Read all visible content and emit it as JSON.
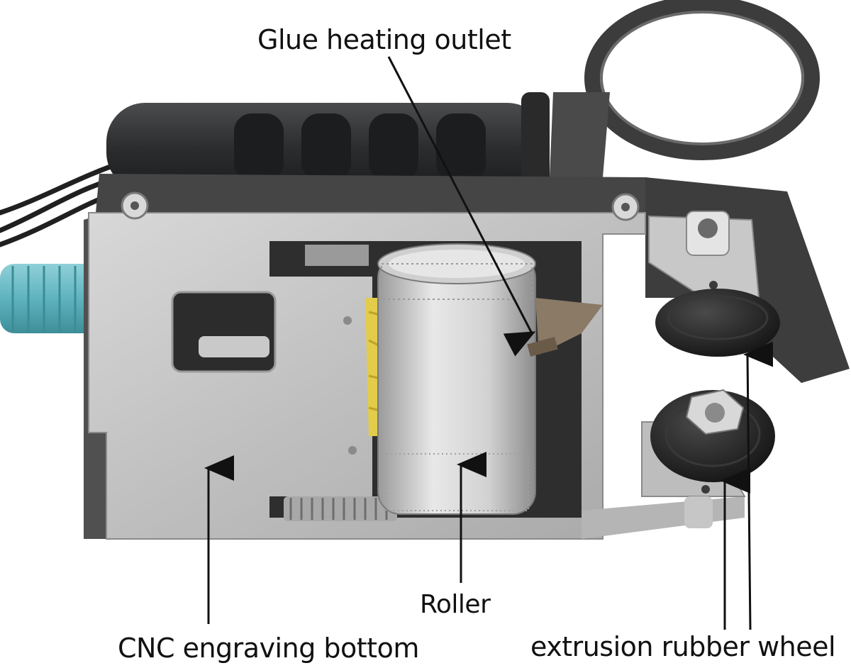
{
  "callouts": {
    "glue_heating_outlet": "Glue heating outlet",
    "roller": "Roller",
    "cnc_engraving_bottom": "CNC engraving bottom",
    "extrusion_rubber_wheel": "extrusion rubber wheel"
  },
  "colors": {
    "background": "#ffffff",
    "steel_plate": "#c4c4c4",
    "dark_frame": "#3a3a3a",
    "handle_rubber": "#2b2d2f",
    "teal_hose": "#5fb3bf",
    "roller_aluminum": "#d6d6d6",
    "glue_yellow": "#e2cc4a",
    "rubber_wheel": "#1e1e1e",
    "callout_text": "#111111"
  }
}
